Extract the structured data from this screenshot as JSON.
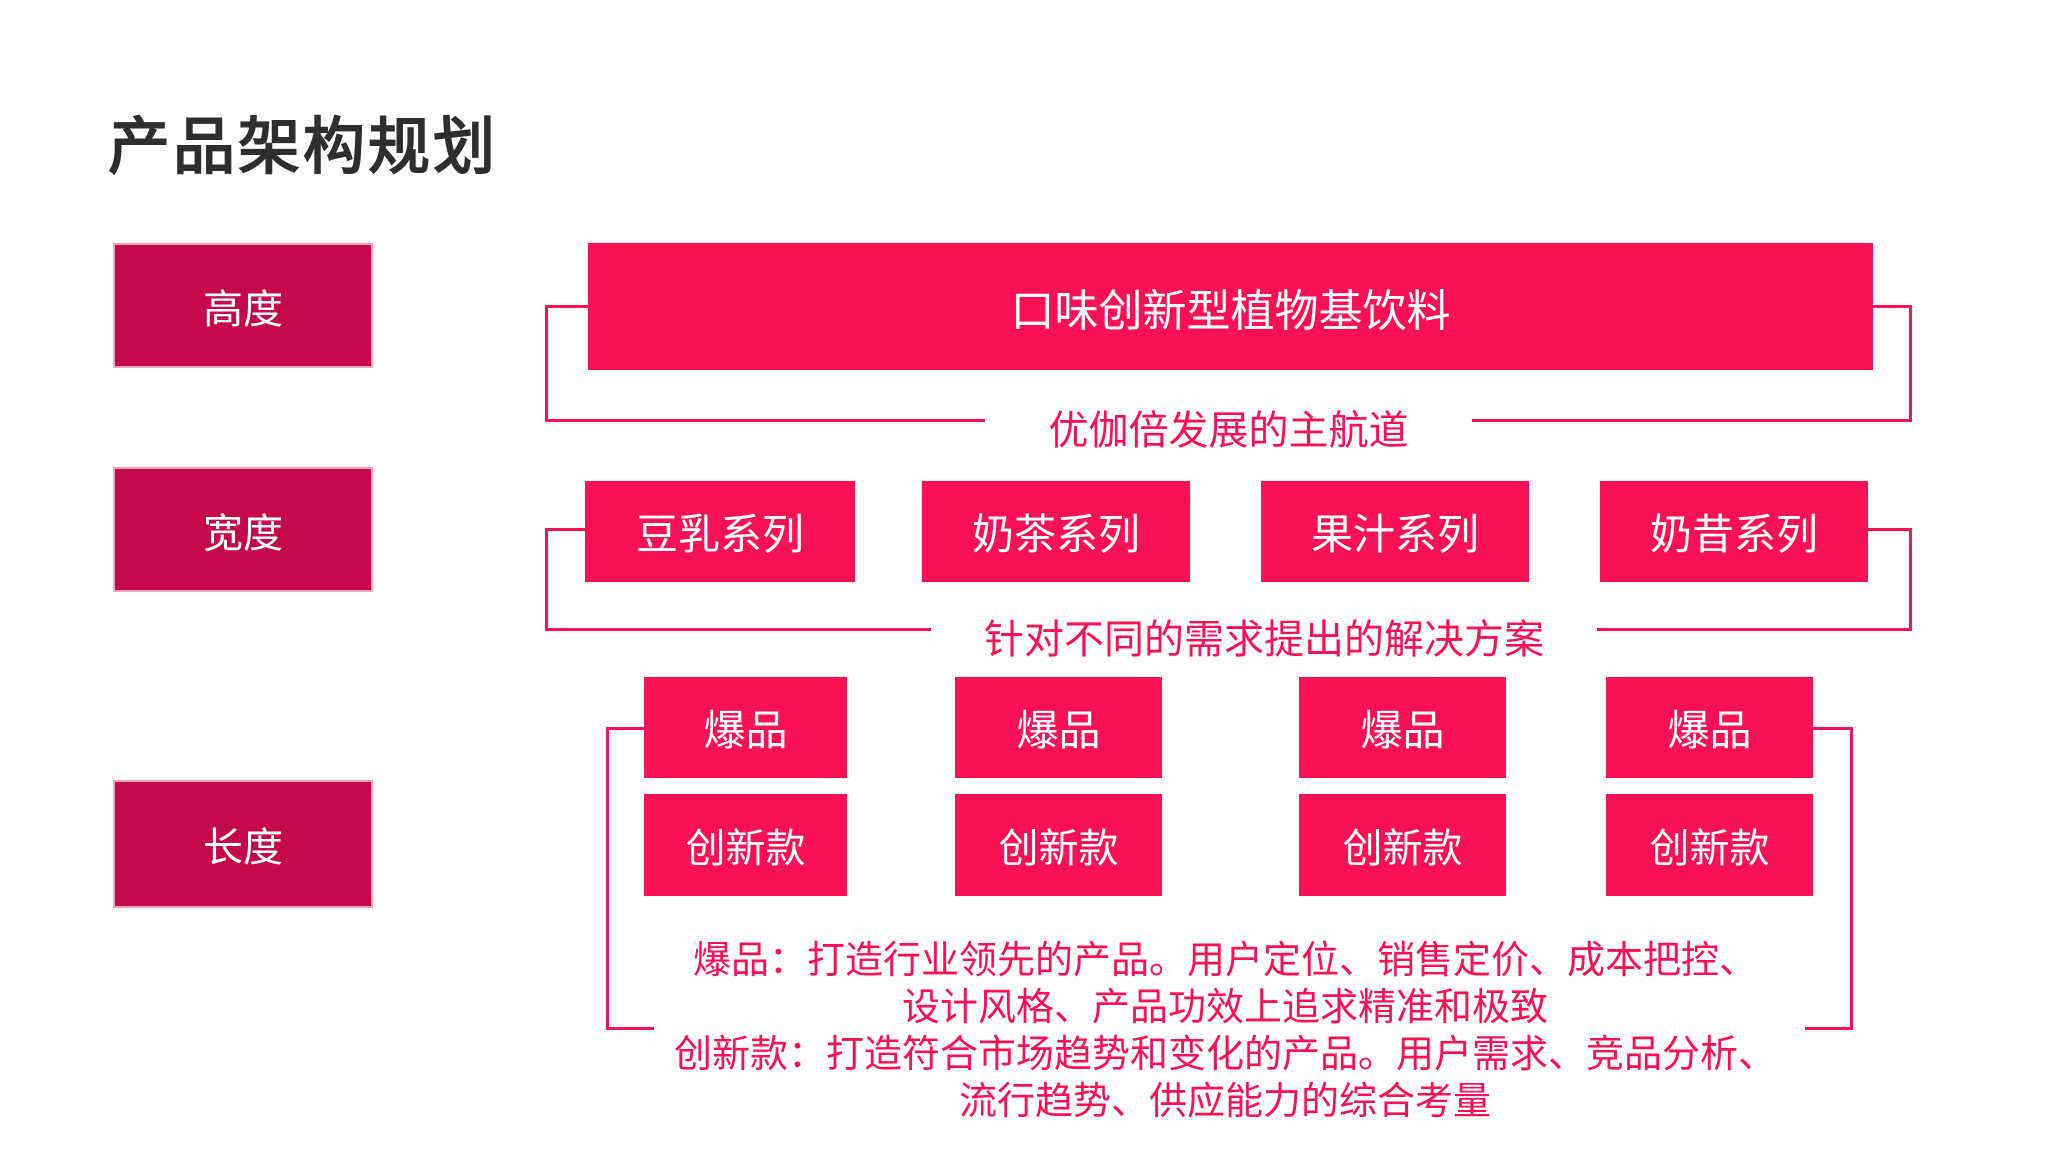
{
  "page": {
    "title": "产品架构规划"
  },
  "colors": {
    "accent_pink": "#F91155",
    "dark_crimson": "#C40A4B",
    "box_border_pink": "#F4A3C2",
    "title_text": "#2E2E2E",
    "box_text": "#FFFFFF",
    "background": "#FDFDFE"
  },
  "dimension_labels": [
    "高度",
    "宽度",
    "长度"
  ],
  "strategy": {
    "top_box_label": "口味创新型植物基饮料",
    "top_caption": "优伽倍发展的主航道"
  },
  "series": {
    "items": [
      "豆乳系列",
      "奶茶系列",
      "果汁系列",
      "奶昔系列"
    ],
    "caption": "针对不同的需求提出的解决方案"
  },
  "product_tiers": {
    "hot_label": "爆品",
    "innovation_label": "创新款"
  },
  "footnote_lines": [
    "爆品：打造行业领先的产品。用户定位、销售定价、成本把控、",
    "设计风格、产品功效上追求精准和极致",
    "创新款：打造符合市场趋势和变化的产品。用户需求、竞品分析、",
    "流行趋势、供应能力的综合考量"
  ]
}
